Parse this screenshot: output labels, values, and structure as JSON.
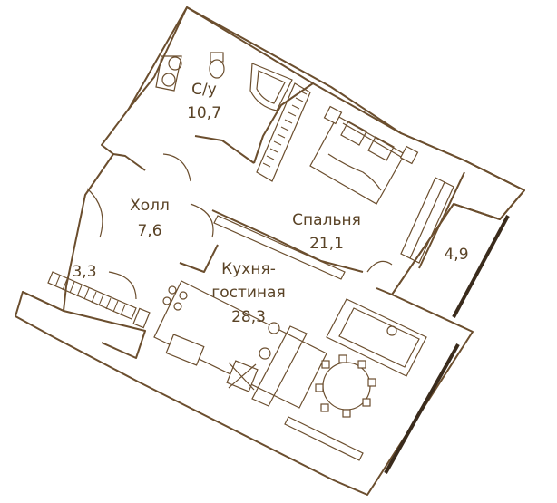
{
  "colors": {
    "line": "#6b4e2e",
    "text": "#5a4326",
    "background": "#ffffff"
  },
  "rooms": {
    "bathroom": {
      "name": "С/у",
      "area": "10,7"
    },
    "hall": {
      "name": "Холл",
      "area": "7,6"
    },
    "bedroom": {
      "name": "Спальня",
      "area": "21,1"
    },
    "balcony": {
      "name": "",
      "area": "4,9"
    },
    "storage": {
      "name": "",
      "area": "3,3"
    },
    "kitchen": {
      "name_line1": "Кухня-",
      "name_line2": "гостиная",
      "area": "28,3"
    }
  }
}
